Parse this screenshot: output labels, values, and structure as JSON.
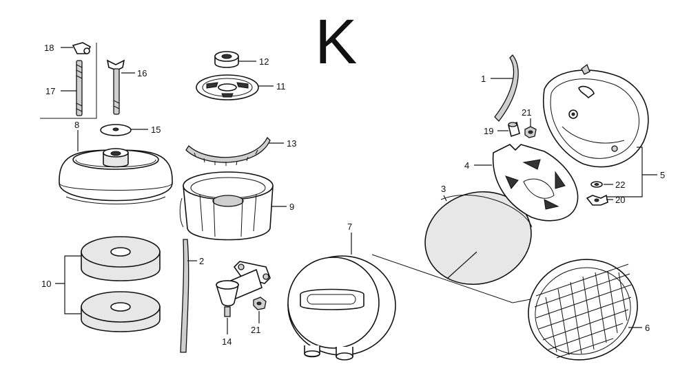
{
  "section_letter": "K",
  "callouts": {
    "c1": "1",
    "c2": "2",
    "c3": "3",
    "c4": "4",
    "c5": "5",
    "c6": "6",
    "c7": "7",
    "c8": "8",
    "c9": "9",
    "c10": "10",
    "c11": "11",
    "c12": "12",
    "c13": "13",
    "c14": "14",
    "c15": "15",
    "c16": "16",
    "c17": "17",
    "c18": "18",
    "c19": "19",
    "c20": "20",
    "c21a": "21",
    "c21b": "21",
    "c22": "22"
  },
  "colors": {
    "ink": "#111111",
    "paper": "#ffffff",
    "foam": "#e7e7e7"
  }
}
